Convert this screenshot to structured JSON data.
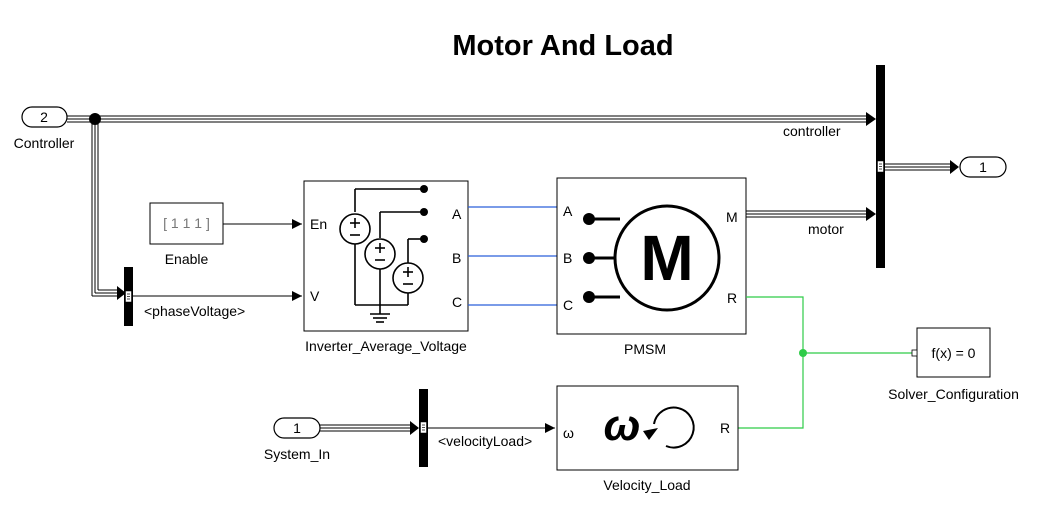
{
  "diagram": {
    "title": "Motor And Load",
    "colors": {
      "signal": "#000000",
      "electrical": "#2b5fd9",
      "mechanical": "#2ecc48",
      "block_border": "#000000",
      "background": "#ffffff"
    },
    "ports": {
      "controller_in": {
        "number": "2",
        "name": "Controller"
      },
      "system_in": {
        "number": "1",
        "name": "System_In"
      },
      "out": {
        "number": "1"
      }
    },
    "blocks": {
      "enable": {
        "name": "Enable",
        "value": "[ 1 1 1 ]"
      },
      "inverter": {
        "name": "Inverter_Average_Voltage",
        "ports_left": [
          "En",
          "V"
        ],
        "ports_right": [
          "A",
          "B",
          "C"
        ]
      },
      "pmsm": {
        "name": "PMSM",
        "symbol": "M",
        "ports_left": [
          "A",
          "B",
          "C"
        ],
        "ports_right": [
          "M",
          "R"
        ]
      },
      "velocity_load": {
        "name": "Velocity_Load",
        "port_left": "ω",
        "port_right": "R",
        "icon": "omega-rotation-icon"
      },
      "solver": {
        "name": "Solver_Configuration",
        "text": "f(x) = 0"
      }
    },
    "signals": {
      "phase_voltage": "<phaseVoltage>",
      "velocity_load": "<velocityLoad>",
      "controller": "controller",
      "motor": "motor"
    }
  }
}
